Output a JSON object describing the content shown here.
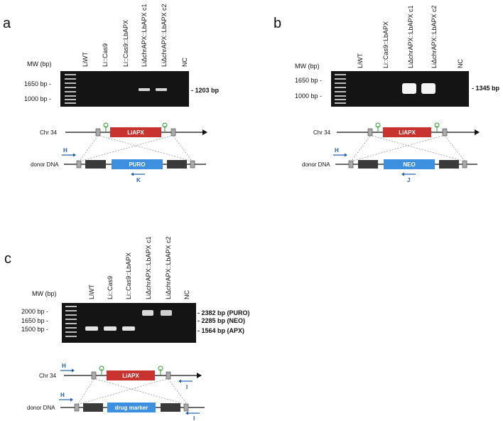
{
  "colors": {
    "gel": "#141414",
    "ladder": "#bdbdbd",
    "red_gene": "#c8322f",
    "blue_marker": "#3d8fe0",
    "homology_box": "#3a3a3a",
    "grey_box": "#a9a9a9",
    "primer": "#1f5fa8",
    "sgRNA": "#2c9a2c"
  },
  "panels": [
    {
      "letter": "a",
      "mw_label": "MW (bp)",
      "lanes": [
        "LiWT",
        "Li::Cas9",
        "Li::Cas9::LbAPX",
        "LiΔchrAPX::LbAPX c1",
        "LiΔchrAPX::LbAPX c2",
        "NC"
      ],
      "ladder_marks": [
        "1650 bp -",
        "1000 bp -"
      ],
      "band_labels": [
        "- 1203 bp"
      ],
      "chr_label": "Chr 34",
      "donor_label": "donor DNA",
      "gene": "LiAPX",
      "marker": "PURO",
      "primers": [
        "H",
        "K"
      ]
    },
    {
      "letter": "b",
      "mw_label": "MW (bp)",
      "lanes": [
        "LiWT",
        "Li::Cas9::LbAPX",
        "LiΔchrAPX::LbAPX c1",
        "LiΔchrAPX::LbAPX c2",
        "NC"
      ],
      "ladder_marks": [
        "1650 bp -",
        "1000 bp -"
      ],
      "band_labels": [
        "- 1345 bp"
      ],
      "chr_label": "Chr 34",
      "donor_label": "donor DNA",
      "gene": "LiAPX",
      "marker": "NEO",
      "primers": [
        "H",
        "J"
      ]
    },
    {
      "letter": "c",
      "mw_label": "MW (bp)",
      "lanes": [
        "LiWT",
        "Li::Cas9",
        "Li::Cas9::LbAPX",
        "LiΔchrAPX::LbAPX c1",
        "LiΔchrAPX::LbAPX c2",
        "NC"
      ],
      "ladder_marks": [
        "2000 bp -",
        "1650 bp -",
        "1500 bp -"
      ],
      "band_labels": [
        "- 2382 bp (PURO)",
        "- 2285 bp (NEO)",
        "- 1564 bp (APX)"
      ],
      "chr_label": "Chr 34",
      "donor_label": "donor DNA",
      "gene": "LiAPX",
      "marker": "drug marker",
      "primers": [
        "H",
        "I",
        "H",
        "I"
      ]
    }
  ]
}
